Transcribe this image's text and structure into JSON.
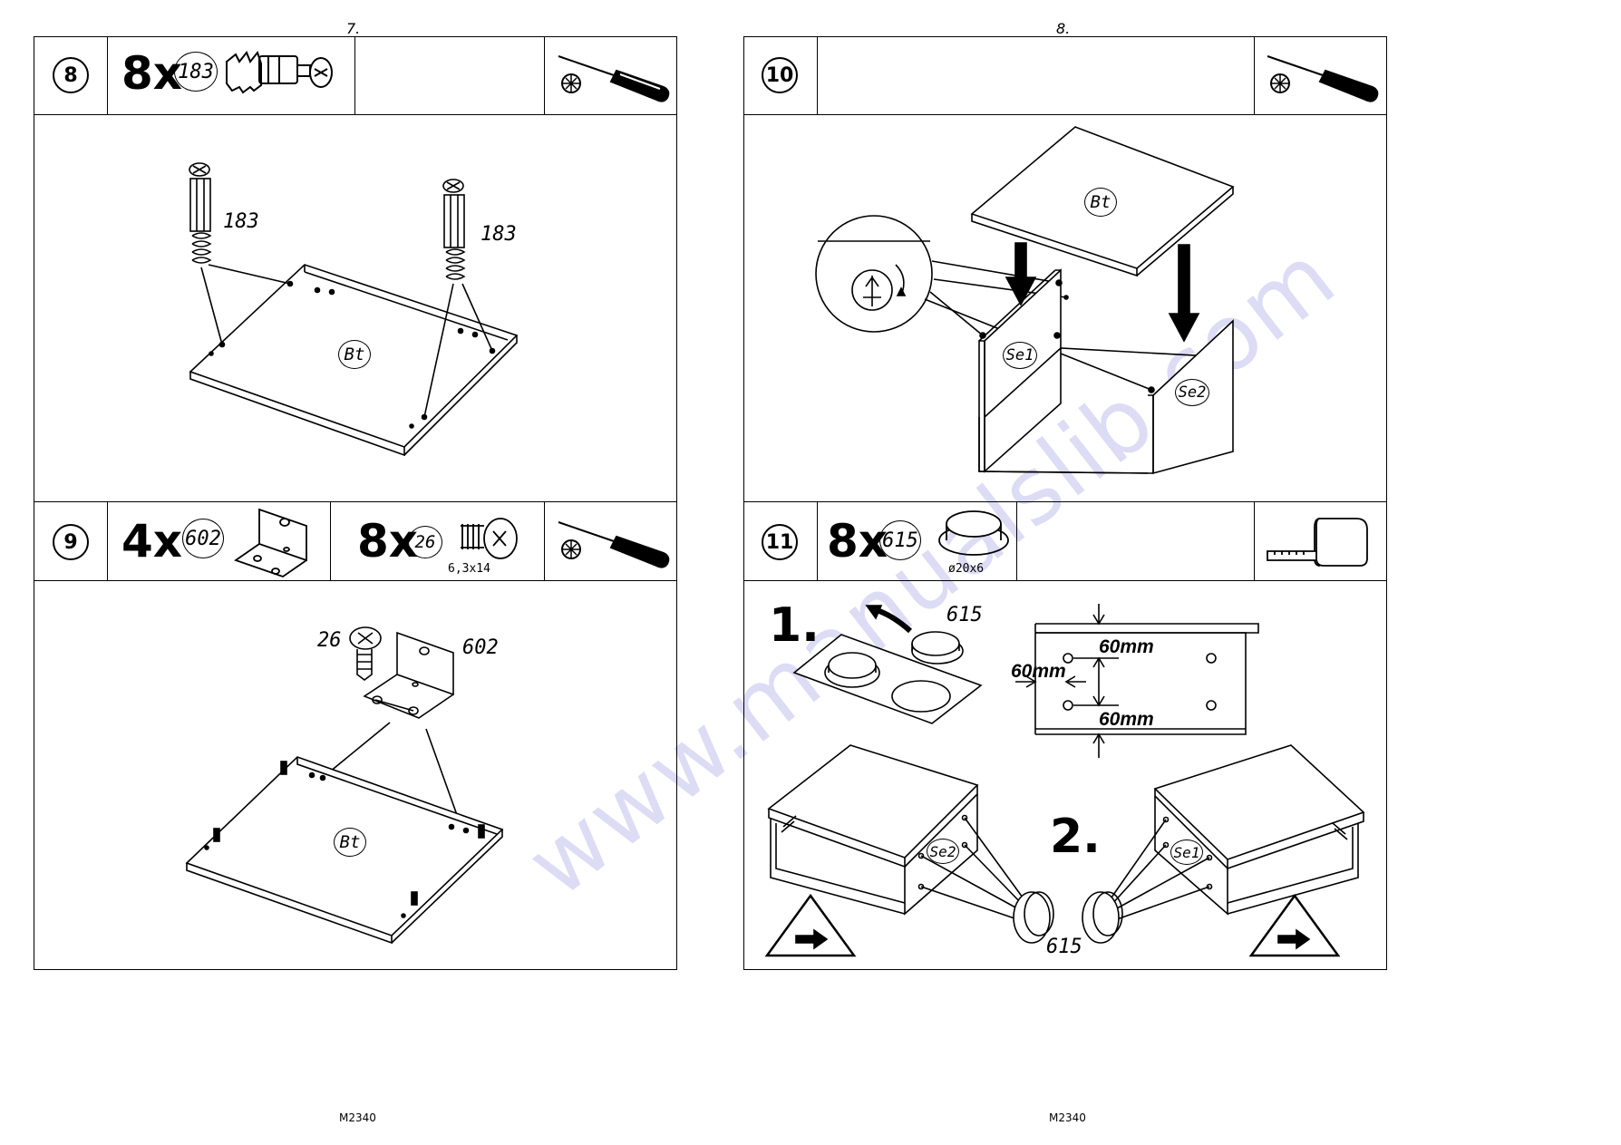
{
  "pages": [
    {
      "page_number": "7.",
      "footer": "M2340"
    },
    {
      "page_number": "8.",
      "footer": "M2340"
    }
  ],
  "watermark": "www.manualslib.com",
  "steps": {
    "s8": {
      "number": "8",
      "qty": "8x",
      "part": "183",
      "callouts": [
        "183",
        "183"
      ],
      "panel": "Bt"
    },
    "s9": {
      "number": "9",
      "qty1": "4x",
      "part1": "602",
      "qty2": "8x",
      "part2": "26",
      "part2_size": "6,3x14",
      "callouts": [
        "26",
        "602"
      ],
      "panel": "Bt"
    },
    "s10": {
      "number": "10",
      "panels": [
        "Bt",
        "Se1",
        "Se2"
      ]
    },
    "s11": {
      "number": "11",
      "qty": "8x",
      "part": "615",
      "part_size": "ø20x6",
      "sub1": "1.",
      "sub2": "2.",
      "callouts": [
        "615",
        "615"
      ],
      "dims": [
        "60mm",
        "60mm",
        "60mm"
      ],
      "panels": [
        "Se2",
        "Se1"
      ]
    }
  },
  "icons": [
    "screwdriver-icon",
    "phillips-bit-icon",
    "tape-measure-icon",
    "warning-arrow-left-icon",
    "warning-arrow-right-icon"
  ]
}
